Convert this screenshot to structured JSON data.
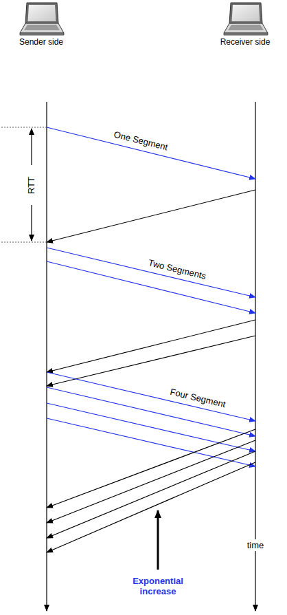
{
  "diagram": {
    "nodes": [
      {
        "text": [
          "Sender side"
        ]
      },
      {
        "text": [
          "Receiver side"
        ]
      }
    ],
    "labels": [
      "RTT",
      "One Segment",
      "Two Segments",
      "Four Segment",
      "time",
      "Exponential increase"
    ]
  }
}
